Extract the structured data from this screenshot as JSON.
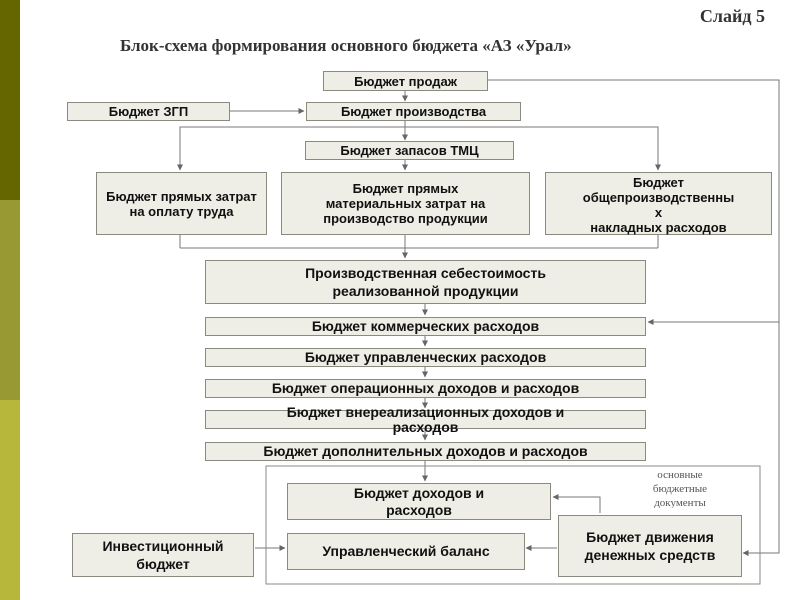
{
  "slide": {
    "label": "Слайд 5",
    "title": "Блок-схема формирования основного бюджета «АЗ «Урал»",
    "accent_colors": [
      "#666600",
      "#999933",
      "#b7b73c",
      "#d7d77a"
    ],
    "box_fill": "#eeeee6",
    "box_border": "#8a8a80"
  },
  "blocks": {
    "sales": "Бюджет продаж",
    "zgp": "Бюджет ЗГП",
    "production": "Бюджет производства",
    "tmc": "Бюджет запасов ТМЦ",
    "direct_labor": "Бюджет прямых затрат\nна оплату труда",
    "direct_materials": "Бюджет прямых\nматериальных затрат на\nпроизводство продукции",
    "overhead": "Бюджет\nобщепроизводственны\nх\nнакладных расходов",
    "cogs": "Производственная себестоимость\nреализованной продукции",
    "commercial": "Бюджет коммерческих расходов",
    "management": "Бюджет управленческих расходов",
    "operating": "Бюджет операционных доходов и расходов",
    "non_operating": "Бюджет внереализационных доходов и\nрасходов",
    "additional": "Бюджет дополнительных доходов и расходов",
    "income_expense": "Бюджет доходов и\nрасходов",
    "balance": "Управленческий баланс",
    "cash_flow": "Бюджет движения\nденежных средств",
    "investment": "Инвестиционный\nбюджет"
  },
  "group_note": "основные\nбюджетные\nдокументы"
}
